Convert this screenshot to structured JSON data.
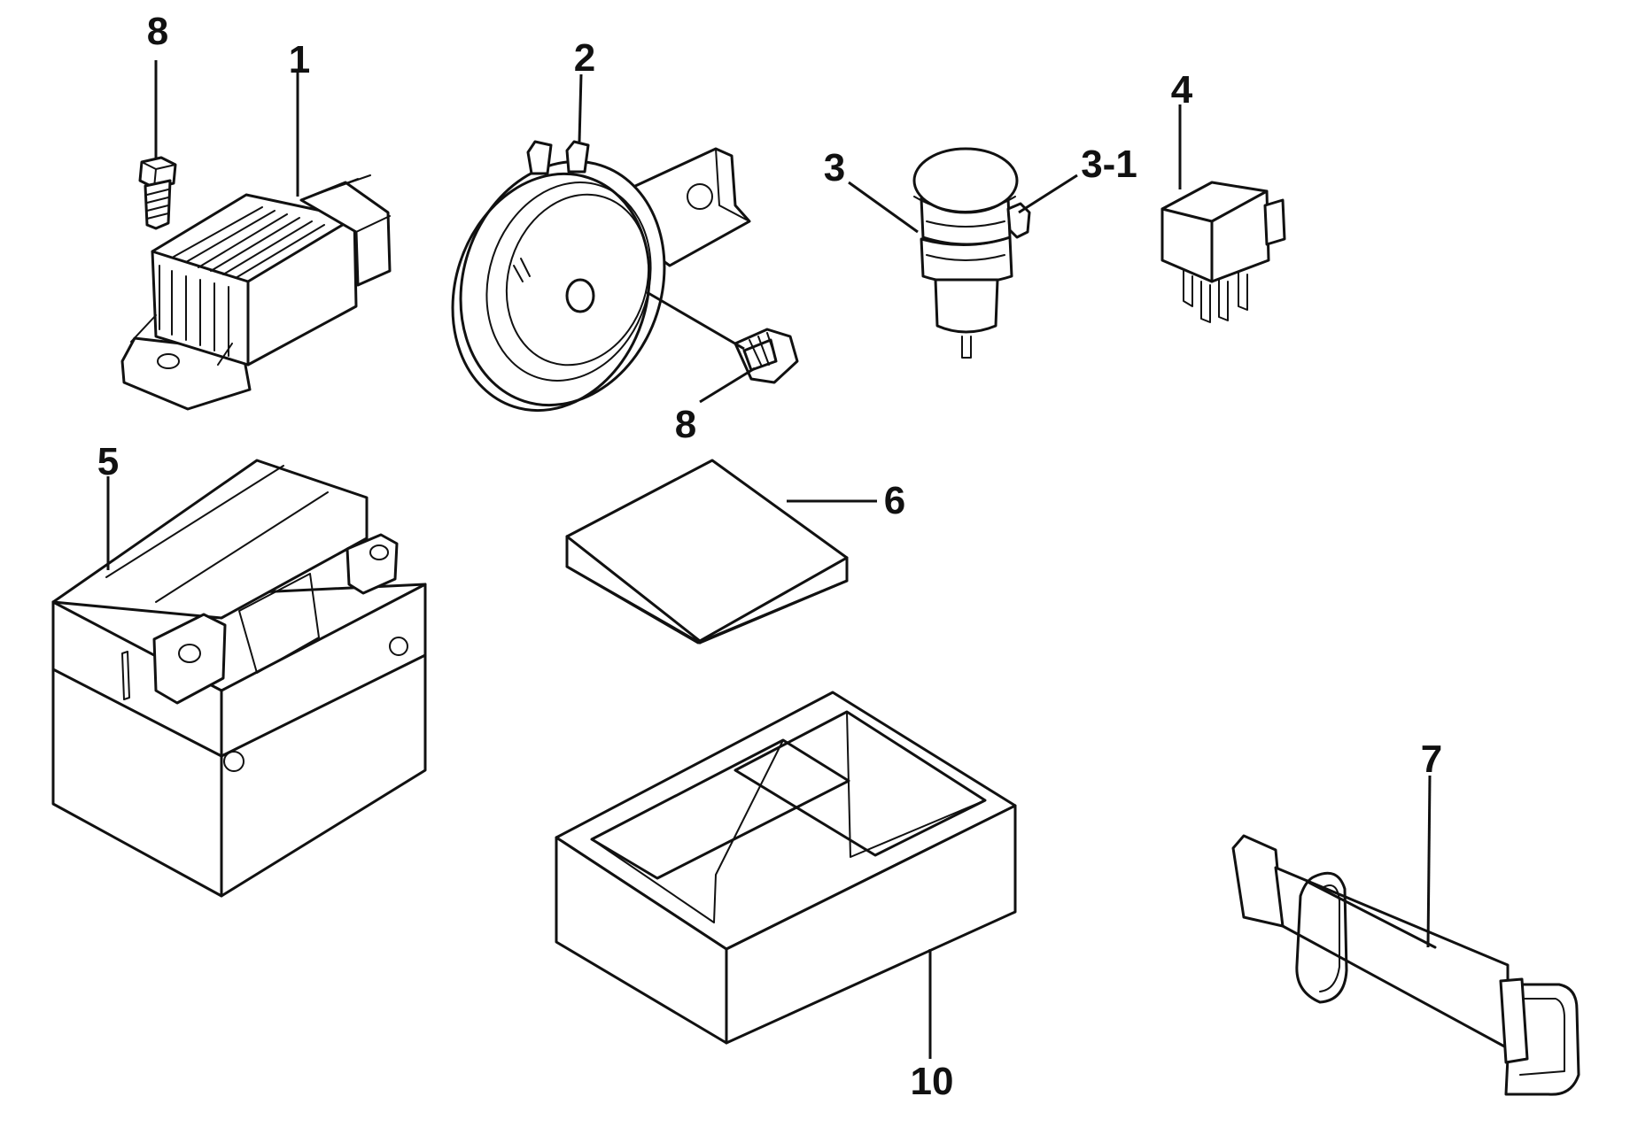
{
  "diagram": {
    "callouts": {
      "regulator": "1",
      "horn": "2",
      "switch": "3",
      "switch_cap": "3-1",
      "relay": "4",
      "battery": "5",
      "pad": "6",
      "strap": "7",
      "bolt_a": "8",
      "bolt_b": "8",
      "tray": "10"
    }
  }
}
